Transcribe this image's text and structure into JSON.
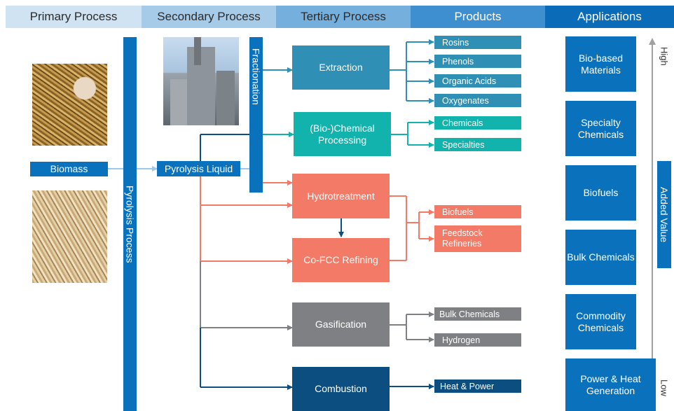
{
  "headers": {
    "primary": "Primary Process",
    "secondary": "Secondary Process",
    "tertiary": "Tertiary Process",
    "products": "Products",
    "applications": "Applications"
  },
  "inputs": {
    "biomass": "Biomass",
    "pyrolysis_liquid": "Pyrolysis Liquid"
  },
  "vertical": {
    "pyrolysis_process": "Pyrolysis Process",
    "fractionation": "Fractionation"
  },
  "processes": {
    "extraction": "Extraction",
    "bio_chemical": "(Bio-)Chemical Processing",
    "hydrotreatment": "Hydrotreatment",
    "co_fcc": "Co-FCC Refining",
    "gasification": "Gasification",
    "combustion": "Combustion"
  },
  "products": {
    "rosins": "Rosins",
    "phenols": "Phenols",
    "organic_acids": "Organic Acids",
    "oxygenates": "Oxygenates",
    "chemicals": "Chemicals",
    "specialties": "Specialties",
    "biofuels": "Biofuels",
    "feedstock_refineries": "Feedstock Refineries",
    "bulk_chemicals": "Bulk Chemicals",
    "hydrogen": "Hydrogen",
    "heat_power": "Heat & Power"
  },
  "applications": [
    "Bio-based Materials",
    "Specialty Chemicals",
    "Biofuels",
    "Bulk Chemicals",
    "Commodity Chemicals",
    "Power & Heat Generation"
  ],
  "value_axis": {
    "label": "Added Value",
    "high": "High",
    "low": "Low"
  },
  "colors": {
    "header_1": "#cfe3f3",
    "header_2": "#a6cbe9",
    "header_3": "#74afde",
    "header_4": "#3d8fd0",
    "header_5": "#0a6cb9",
    "blue": "#0a72bd",
    "teal_blue": "#2f8fb5",
    "teal": "#13b3ad",
    "salmon": "#f27a66",
    "gray": "#7f8083",
    "navy": "#0c4e80"
  }
}
